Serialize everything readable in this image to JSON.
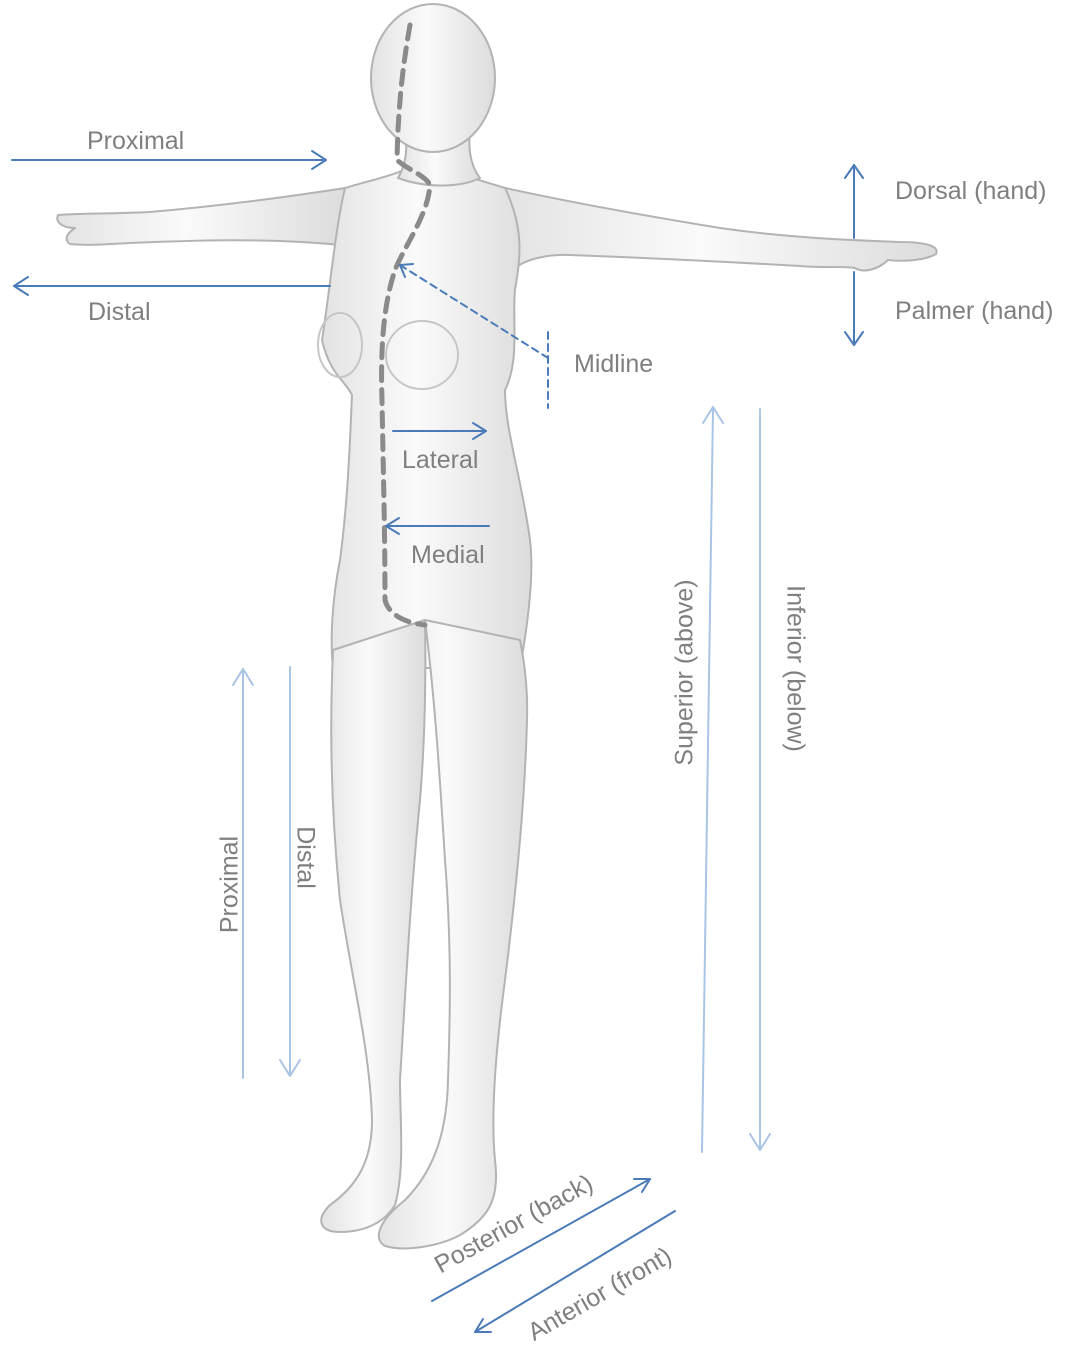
{
  "colors": {
    "arrow_dark": "#4a7ab8",
    "arrow_light": "#a9c4e4",
    "label_gray": "#7f7f7f",
    "midline_gray": "#8a8a8a",
    "figure_fill": "#f4f4f4",
    "figure_stroke": "#b5b5b5"
  },
  "figure": {
    "icon": "human-body-figure"
  },
  "labels": {
    "proximal_arm": "Proximal",
    "distal_arm": "Distal",
    "dorsal_hand": "Dorsal (hand)",
    "palmer_hand": "Palmer (hand)",
    "midline": "Midline",
    "lateral": "Lateral",
    "medial": "Medial",
    "superior": "Superior (above)",
    "inferior": "Inferior (below)",
    "proximal_leg": "Proximal",
    "distal_leg": "Distal",
    "posterior": "Posterior (back)",
    "anterior": "Anterior (front)"
  }
}
